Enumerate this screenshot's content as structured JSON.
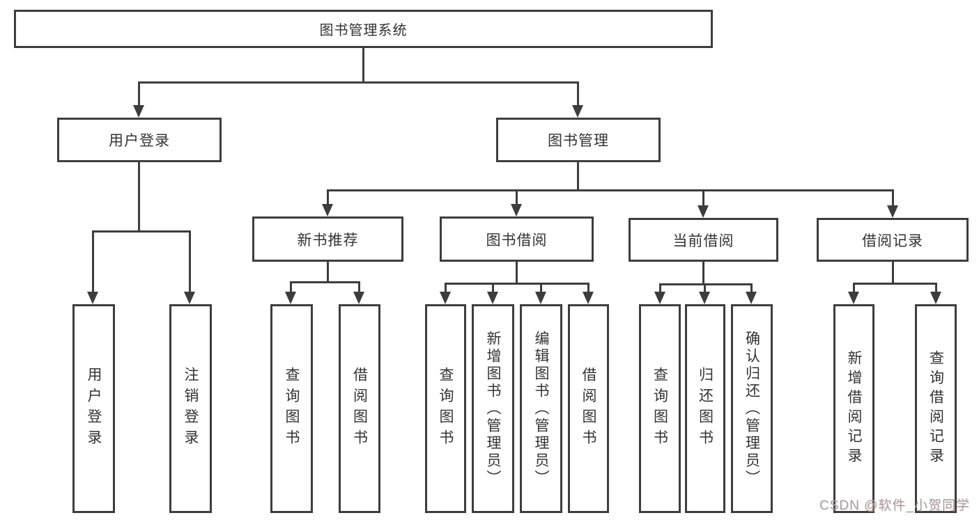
{
  "diagram": {
    "root": {
      "label": "图书管理系统"
    },
    "level2": [
      {
        "label": "用户登录"
      },
      {
        "label": "图书管理"
      }
    ],
    "level3": [
      {
        "label": "新书推荐"
      },
      {
        "label": "图书借阅"
      },
      {
        "label": "当前借阅"
      },
      {
        "label": "借阅记录"
      }
    ],
    "leaves": [
      {
        "label": "用户登录"
      },
      {
        "label": "注销登录"
      },
      {
        "label": "查询图书"
      },
      {
        "label": "借阅图书"
      },
      {
        "label": "查询图书"
      },
      {
        "label": "新增图书（管理员）"
      },
      {
        "label": "编辑图书（管理员）"
      },
      {
        "label": "借阅图书"
      },
      {
        "label": "查询图书"
      },
      {
        "label": "归还图书"
      },
      {
        "label": "确认归还（管理员）"
      },
      {
        "label": "新增借阅记录"
      },
      {
        "label": "查询借阅记录"
      }
    ]
  },
  "watermark": {
    "text": "CSDN @软件_小贺同学"
  },
  "colors": {
    "line": "#3d3d3d",
    "text": "#333333",
    "background": "#ffffff",
    "watermark": "#a3a3a3"
  }
}
